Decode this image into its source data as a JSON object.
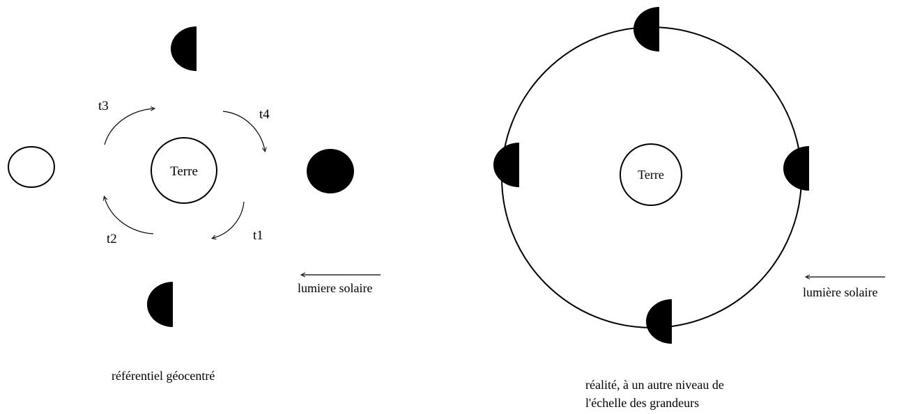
{
  "left_diagram": {
    "earth_label": "Terre",
    "time_labels": {
      "t1": "t1",
      "t2": "t2",
      "t3": "t3",
      "t4": "t4"
    },
    "sunlight_label": "lumiere solaire",
    "caption": "référentiel géocentré"
  },
  "right_diagram": {
    "earth_label": "Terre",
    "sunlight_label": "lumière solaire",
    "caption_line1": "réalité, à un autre niveau de",
    "caption_line2": "l'échelle des grandeurs"
  }
}
